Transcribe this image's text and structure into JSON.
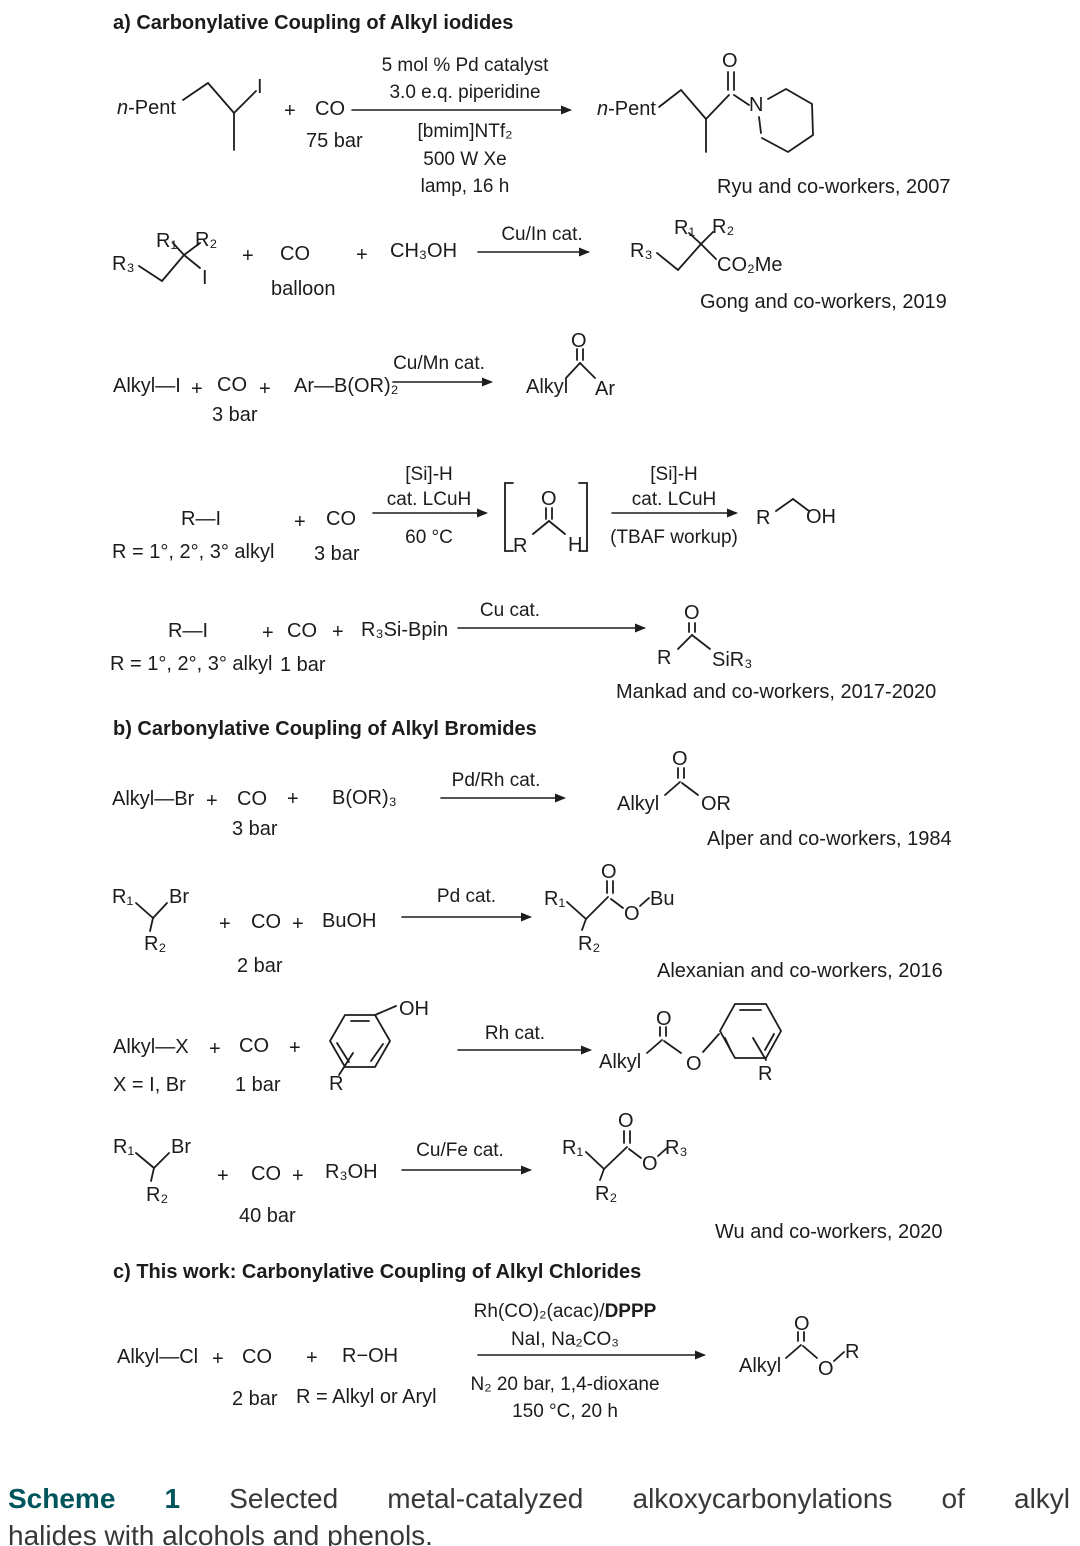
{
  "colors": {
    "scheme_text": "#1c1c1c",
    "caption_label": "#00555c",
    "caption_text": "#383838"
  },
  "sections": {
    "a": {
      "title": "a) Carbonylative Coupling of Alkyl iodides"
    },
    "b": {
      "title": "b) Carbonylative Coupling of Alkyl Bromides"
    },
    "c": {
      "title": "c) This work: Carbonylative Coupling of Alkyl Chlorides"
    }
  },
  "symbols": {
    "plus": "+",
    "co": "CO",
    "o": "O",
    "i": "I",
    "n": "N",
    "h": "H",
    "br": "Br",
    "r": "R",
    "ar": "Ar",
    "oh": "OH",
    "alkyl": "Alkyl",
    "r1": "R₁",
    "r2": "R₂",
    "r3": "R₃",
    "npent_n": "n",
    "npent_rest": "-Pent"
  },
  "rxn1": {
    "pressure": "75 bar",
    "cond_above": [
      "5 mol % Pd catalyst",
      "3.0 e.q. piperidine"
    ],
    "cond_below": [
      "[bmim]NTf₂",
      "500 W Xe",
      "lamp, 16 h"
    ],
    "attribution": "Ryu and co-workers, 2007"
  },
  "rxn2": {
    "pressure_note": "balloon",
    "methanol": "CH₃OH",
    "catalyst": "Cu/In cat.",
    "product_ester": "CO₂Me",
    "attribution": "Gong and co-workers, 2019"
  },
  "rxn3": {
    "alkyl_iodide": "Alkyl—I",
    "pressure": "3 bar",
    "boronate": "Ar—B(OR)₂",
    "catalyst": "Cu/Mn cat."
  },
  "rxn4": {
    "alkyl_iodide": "R—I",
    "r_definition": "R = 1°, 2°, 3° alkyl",
    "pressure": "3 bar",
    "step1_above": [
      "[Si]-H",
      "cat. LCuH"
    ],
    "step1_below": "60 °C",
    "step2_above": [
      "[Si]-H",
      "cat. LCuH"
    ],
    "step2_below": "(TBAF workup)"
  },
  "rxn5": {
    "alkyl_iodide": "R—I",
    "r_definition": "R = 1°, 2°, 3° alkyl",
    "pressure": "1 bar",
    "silylborane": "R₃Si-Bpin",
    "catalyst": "Cu cat.",
    "product_silyl": "SiR₃",
    "attribution": "Mankad and co-workers, 2017-2020"
  },
  "rxn6": {
    "alkyl_bromide": "Alkyl—Br",
    "pressure": "3 bar",
    "borate": "B(OR)₃",
    "catalyst": "Pd/Rh cat.",
    "product_or": "OR",
    "attribution": "Alper and co-workers, 1984"
  },
  "rxn7": {
    "pressure": "2 bar",
    "alcohol": "BuOH",
    "catalyst": "Pd cat.",
    "product_obu": "Bu",
    "attribution": "Alexanian and co-workers, 2016"
  },
  "rxn8": {
    "alkyl_halide": "Alkyl—X",
    "x_definition": "X = I, Br",
    "pressure": "1 bar",
    "catalyst": "Rh cat."
  },
  "rxn9": {
    "pressure": "40 bar",
    "alcohol": "R₃OH",
    "catalyst": "Cu/Fe cat.",
    "attribution": "Wu and co-workers, 2020"
  },
  "rxn10": {
    "alkyl_chloride": "Alkyl—Cl",
    "pressure": "2 bar",
    "alcohol": "R−OH",
    "r_definition": "R = Alkyl or Aryl",
    "cond_above_normal": "Rh(CO)₂(acac)/",
    "cond_above_bold": "DPPP",
    "cond_above2": "NaI, Na₂CO₃",
    "cond_below": [
      "N₂ 20 bar, 1,4-dioxane",
      "150 °C, 20 h"
    ]
  },
  "caption": {
    "label": "Scheme 1",
    "line1": "Selected metal-catalyzed alkoxycarbonylations of alkyl",
    "line2": "halides with alcohols and phenols."
  }
}
